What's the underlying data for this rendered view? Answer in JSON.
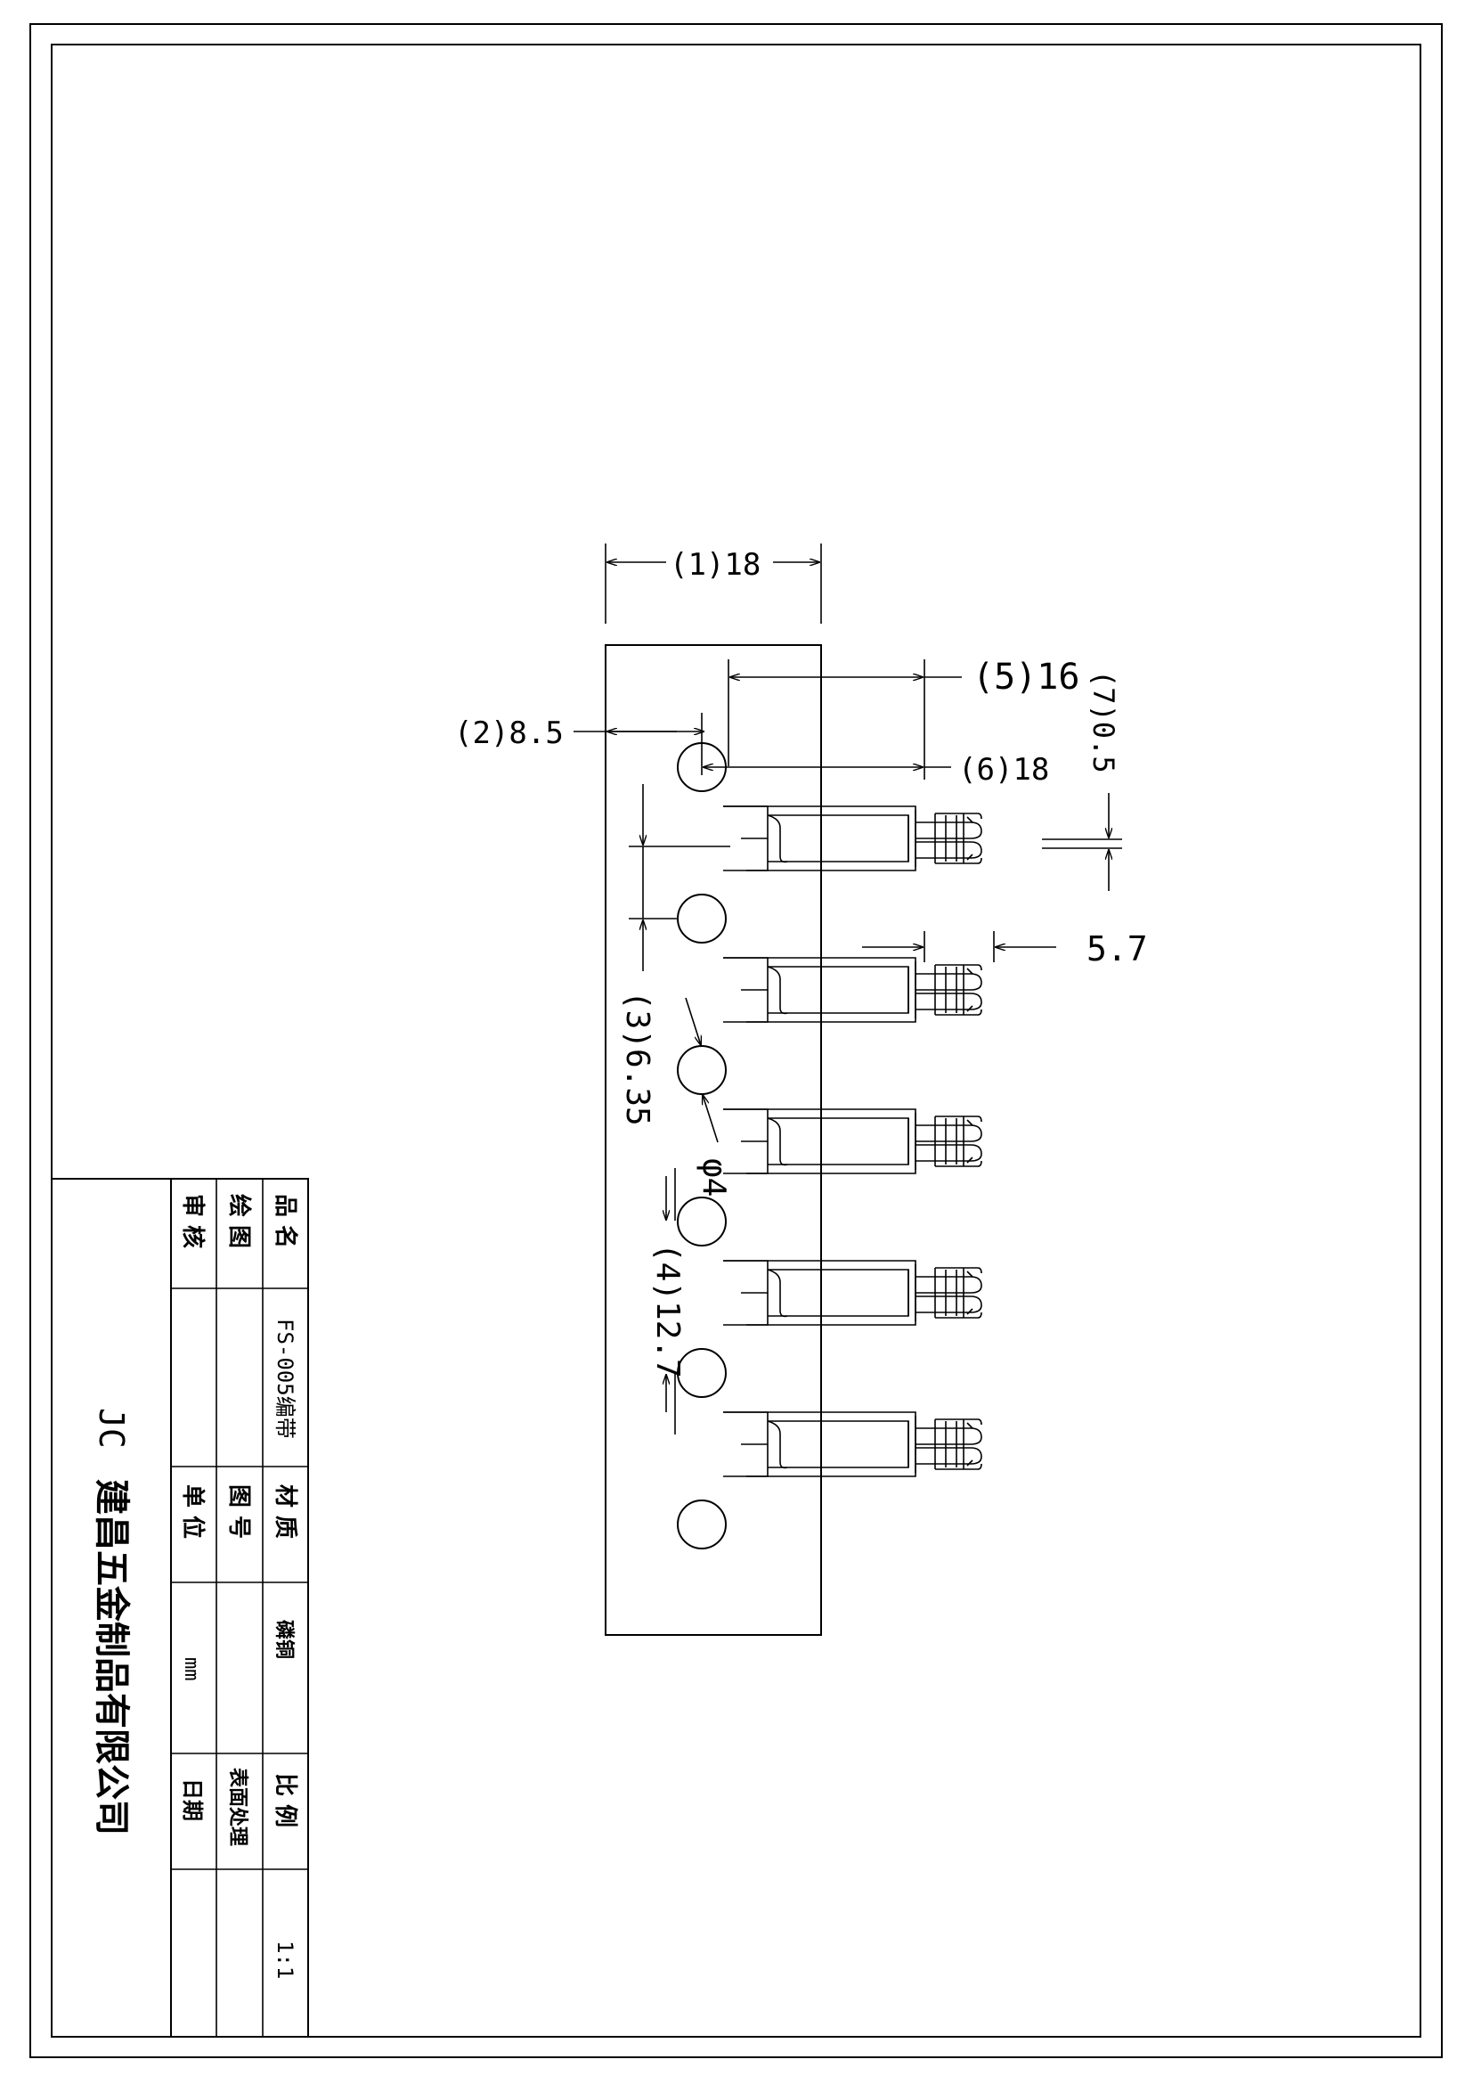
{
  "dimensions": {
    "d1": "(1)18",
    "d2": "(2)8.5",
    "d3": "(3)6.35",
    "d4": "(4)12.7",
    "d5": "(5)16",
    "d6": "(6)18",
    "d7": "(7)0.5",
    "d57": "5.7",
    "phi": "φ4"
  },
  "title_block": {
    "product_name_label": "品 名",
    "product_name_value": "FS-005编带",
    "drawn_label": "绘 图",
    "review_label": "审 核",
    "material_label": "材 质",
    "material_value": "磷铜",
    "drawing_no_label": "图 号",
    "unit_label": "单 位",
    "unit_value": "mm",
    "scale_label": "比 例",
    "scale_value": "1:1",
    "surface_label": "表面处理",
    "date_label": "日期",
    "company_code": "JC",
    "company_name": "建昌五金制品有限公司"
  }
}
